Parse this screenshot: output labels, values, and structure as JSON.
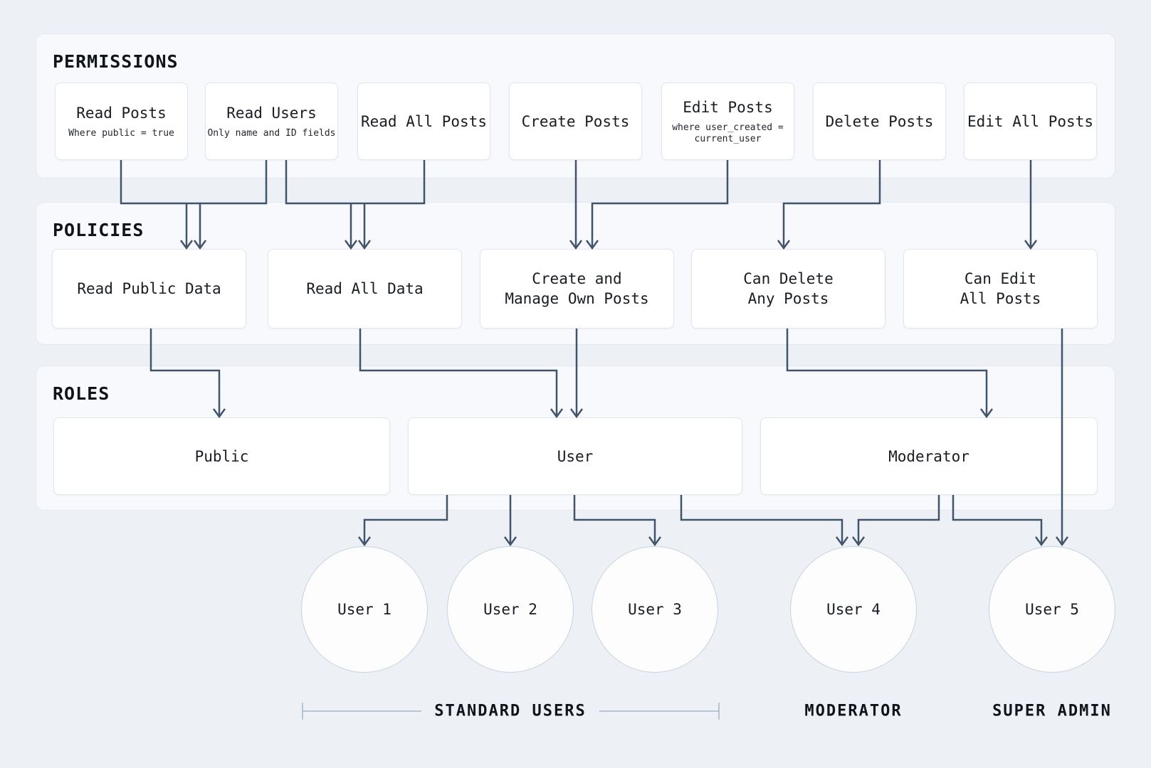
{
  "sections": {
    "permissions": {
      "title": "PERMISSIONS",
      "boxes": [
        {
          "label": "Read Posts",
          "sub": "Where public = true"
        },
        {
          "label": "Read Users",
          "sub": "Only name and ID fields"
        },
        {
          "label": "Read All Posts"
        },
        {
          "label": "Create Posts"
        },
        {
          "label": "Edit Posts",
          "sub": "where user_created =\ncurrent_user"
        },
        {
          "label": "Delete Posts"
        },
        {
          "label": "Edit All Posts"
        }
      ]
    },
    "policies": {
      "title": "POLICIES",
      "boxes": [
        {
          "label": "Read Public Data"
        },
        {
          "label": "Read All Data"
        },
        {
          "label": "Create and\nManage Own Posts"
        },
        {
          "label": "Can Delete\nAny Posts"
        },
        {
          "label": "Can Edit\nAll Posts"
        }
      ]
    },
    "roles": {
      "title": "ROLES",
      "boxes": [
        {
          "label": "Public"
        },
        {
          "label": "User"
        },
        {
          "label": "Moderator"
        }
      ]
    }
  },
  "users": [
    {
      "label": "User 1"
    },
    {
      "label": "User 2"
    },
    {
      "label": "User 3"
    },
    {
      "label": "User 4"
    },
    {
      "label": "User 5"
    }
  ],
  "groups": [
    {
      "label": "STANDARD USERS"
    },
    {
      "label": "MODERATOR"
    },
    {
      "label": "SUPER ADMIN"
    }
  ],
  "colors": {
    "background": "#edf1f6",
    "section_background": "#f7f9fc",
    "box_background": "#ffffff",
    "connector": "#42546b",
    "bracket": "#a4b8cc",
    "text": "#16181d"
  }
}
